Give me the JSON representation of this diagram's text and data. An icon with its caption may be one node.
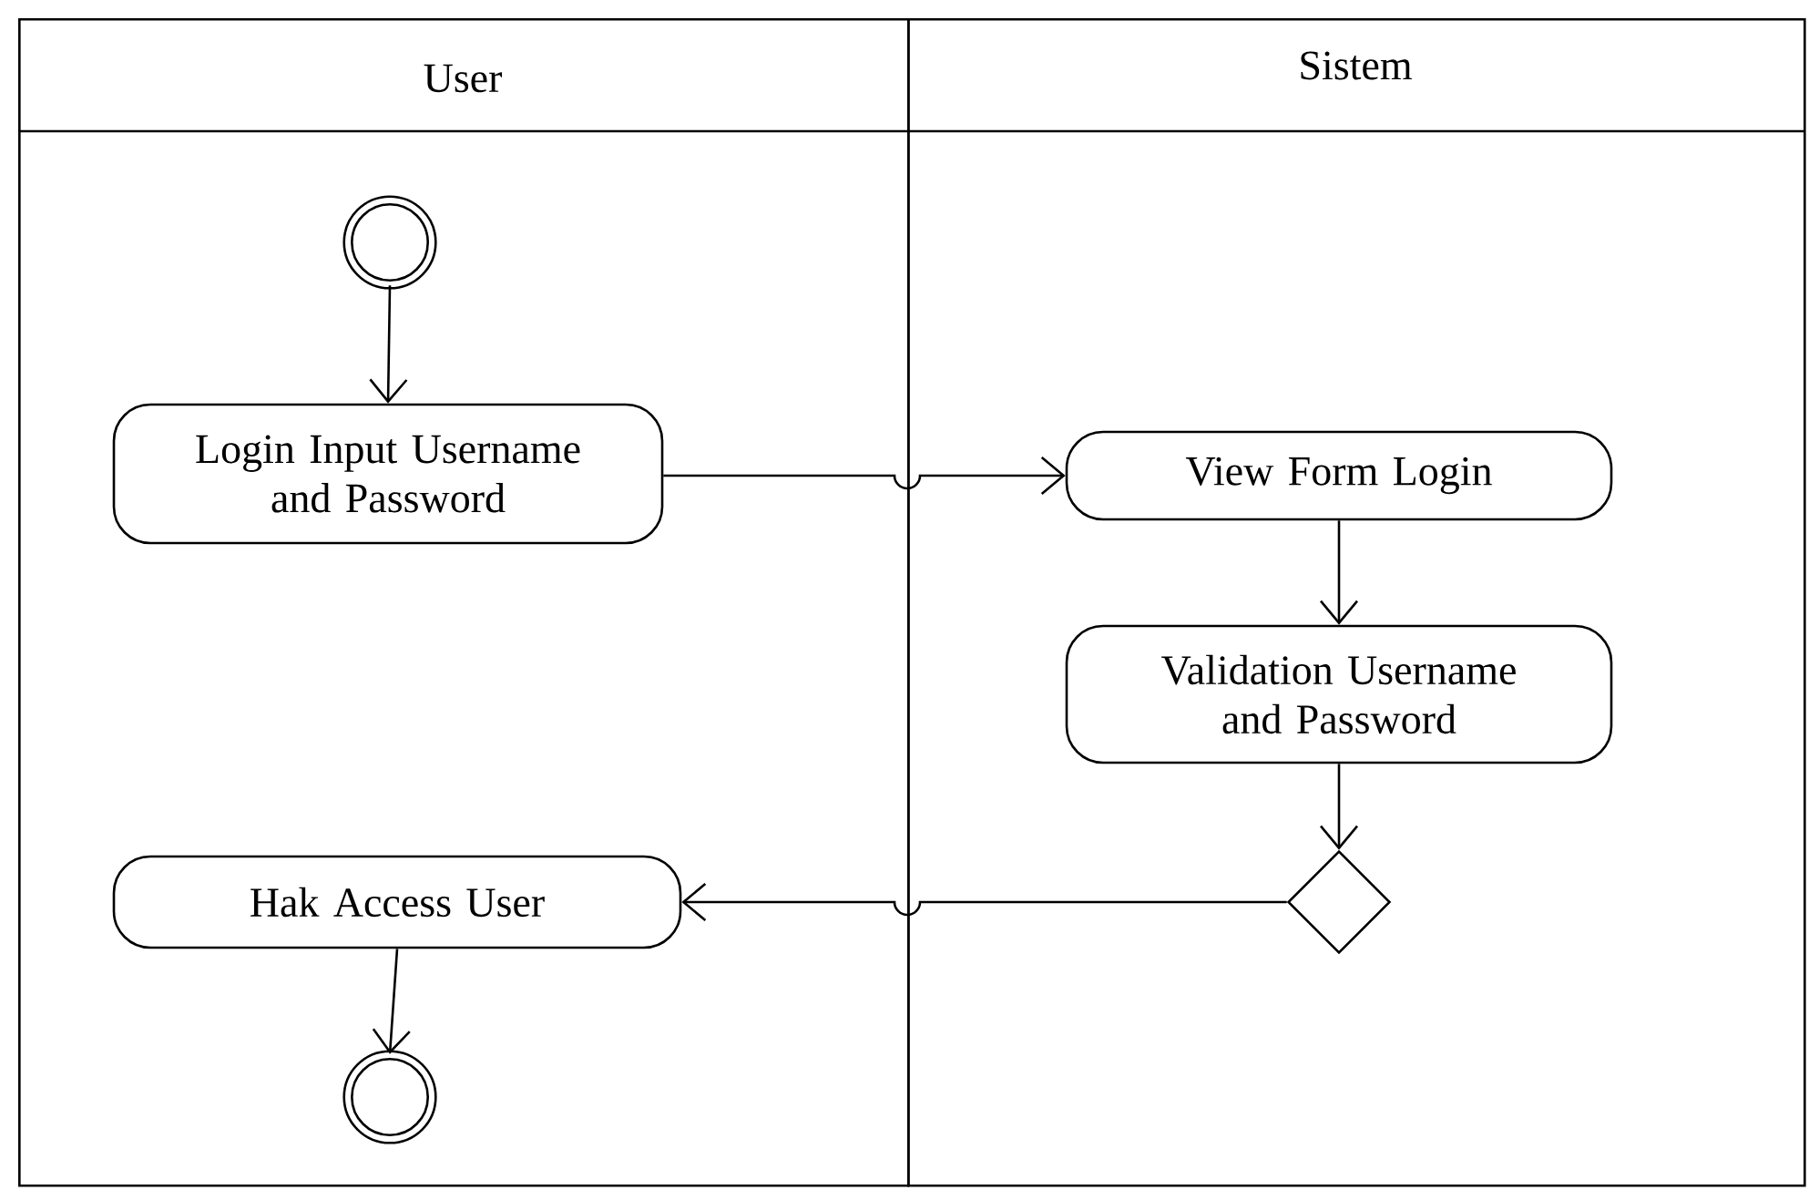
{
  "diagram": {
    "nodes": [
      {
        "text": [
          "User"
        ]
      },
      {
        "text": [
          "Sistem"
        ]
      },
      {
        "text": [],
        "shape": "circle",
        "in": 0
      },
      {
        "text": [
          "Login Input Username and Password"
        ],
        "in": 0
      },
      {
        "text": [
          "View Form Login"
        ],
        "in": 1
      },
      {
        "text": [
          "Validation Username and Password"
        ],
        "in": 1
      },
      {
        "text": [],
        "shape": "diamond",
        "in": 1
      },
      {
        "text": [
          "Hak Access User"
        ],
        "in": 0
      },
      {
        "text": [],
        "shape": "circle",
        "in": 0
      }
    ],
    "edges": [
      {
        "from": 2,
        "to": 3,
        "arrow": "to"
      },
      {
        "from": 3,
        "to": 4,
        "arrow": "to"
      },
      {
        "from": 4,
        "to": 5,
        "arrow": "to"
      },
      {
        "from": 5,
        "to": 6,
        "arrow": "to"
      },
      {
        "from": 6,
        "to": 7,
        "arrow": "to"
      },
      {
        "from": 7,
        "to": 8,
        "arrow": "to"
      }
    ]
  }
}
